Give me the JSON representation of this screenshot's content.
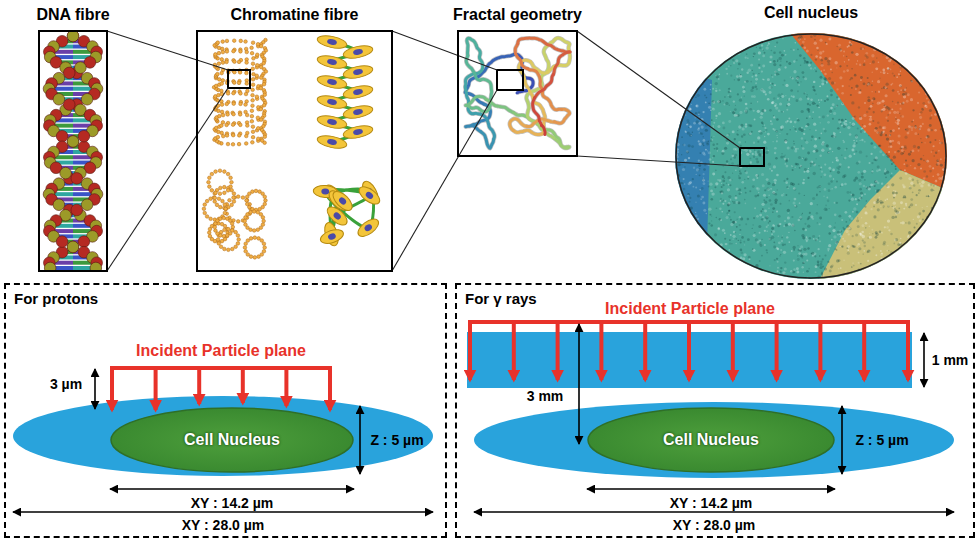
{
  "diagram": {
    "nodes": [
      {
        "text": [
          "DNA fibre"
        ]
      },
      {
        "text": [
          "Chromatine fibre"
        ]
      },
      {
        "text": [
          "Fractal geometry"
        ]
      },
      {
        "text": [
          "Cell nucleus"
        ]
      },
      {
        "text": [
          "For protons"
        ]
      },
      {
        "text": [
          "Cell Nucleus"
        ],
        "in": 4
      },
      {
        "text": [
          "For γ rays"
        ]
      },
      {
        "text": [
          "Cell Nucleus"
        ],
        "in": 6
      }
    ],
    "edges": [
      {
        "from": 1,
        "to": 0,
        "arrow": "none"
      },
      {
        "from": 1,
        "to": 0,
        "arrow": "none"
      },
      {
        "from": 2,
        "to": 1,
        "arrow": "none"
      },
      {
        "from": 2,
        "to": 1,
        "arrow": "none"
      },
      {
        "from": 3,
        "to": 2,
        "arrow": "none"
      },
      {
        "from": 3,
        "to": 2,
        "arrow": "none"
      }
    ],
    "labels": [
      "Incident Particle plane",
      "3 µm",
      "Z : 5 µm",
      "XY : 14.2 µm",
      "XY : 28.0 µm",
      "Incident Particle plane",
      "1 mm",
      "3 mm",
      "Z : 5 µm",
      "XY : 14.2 µm",
      "XY : 28.0 µm"
    ]
  }
}
